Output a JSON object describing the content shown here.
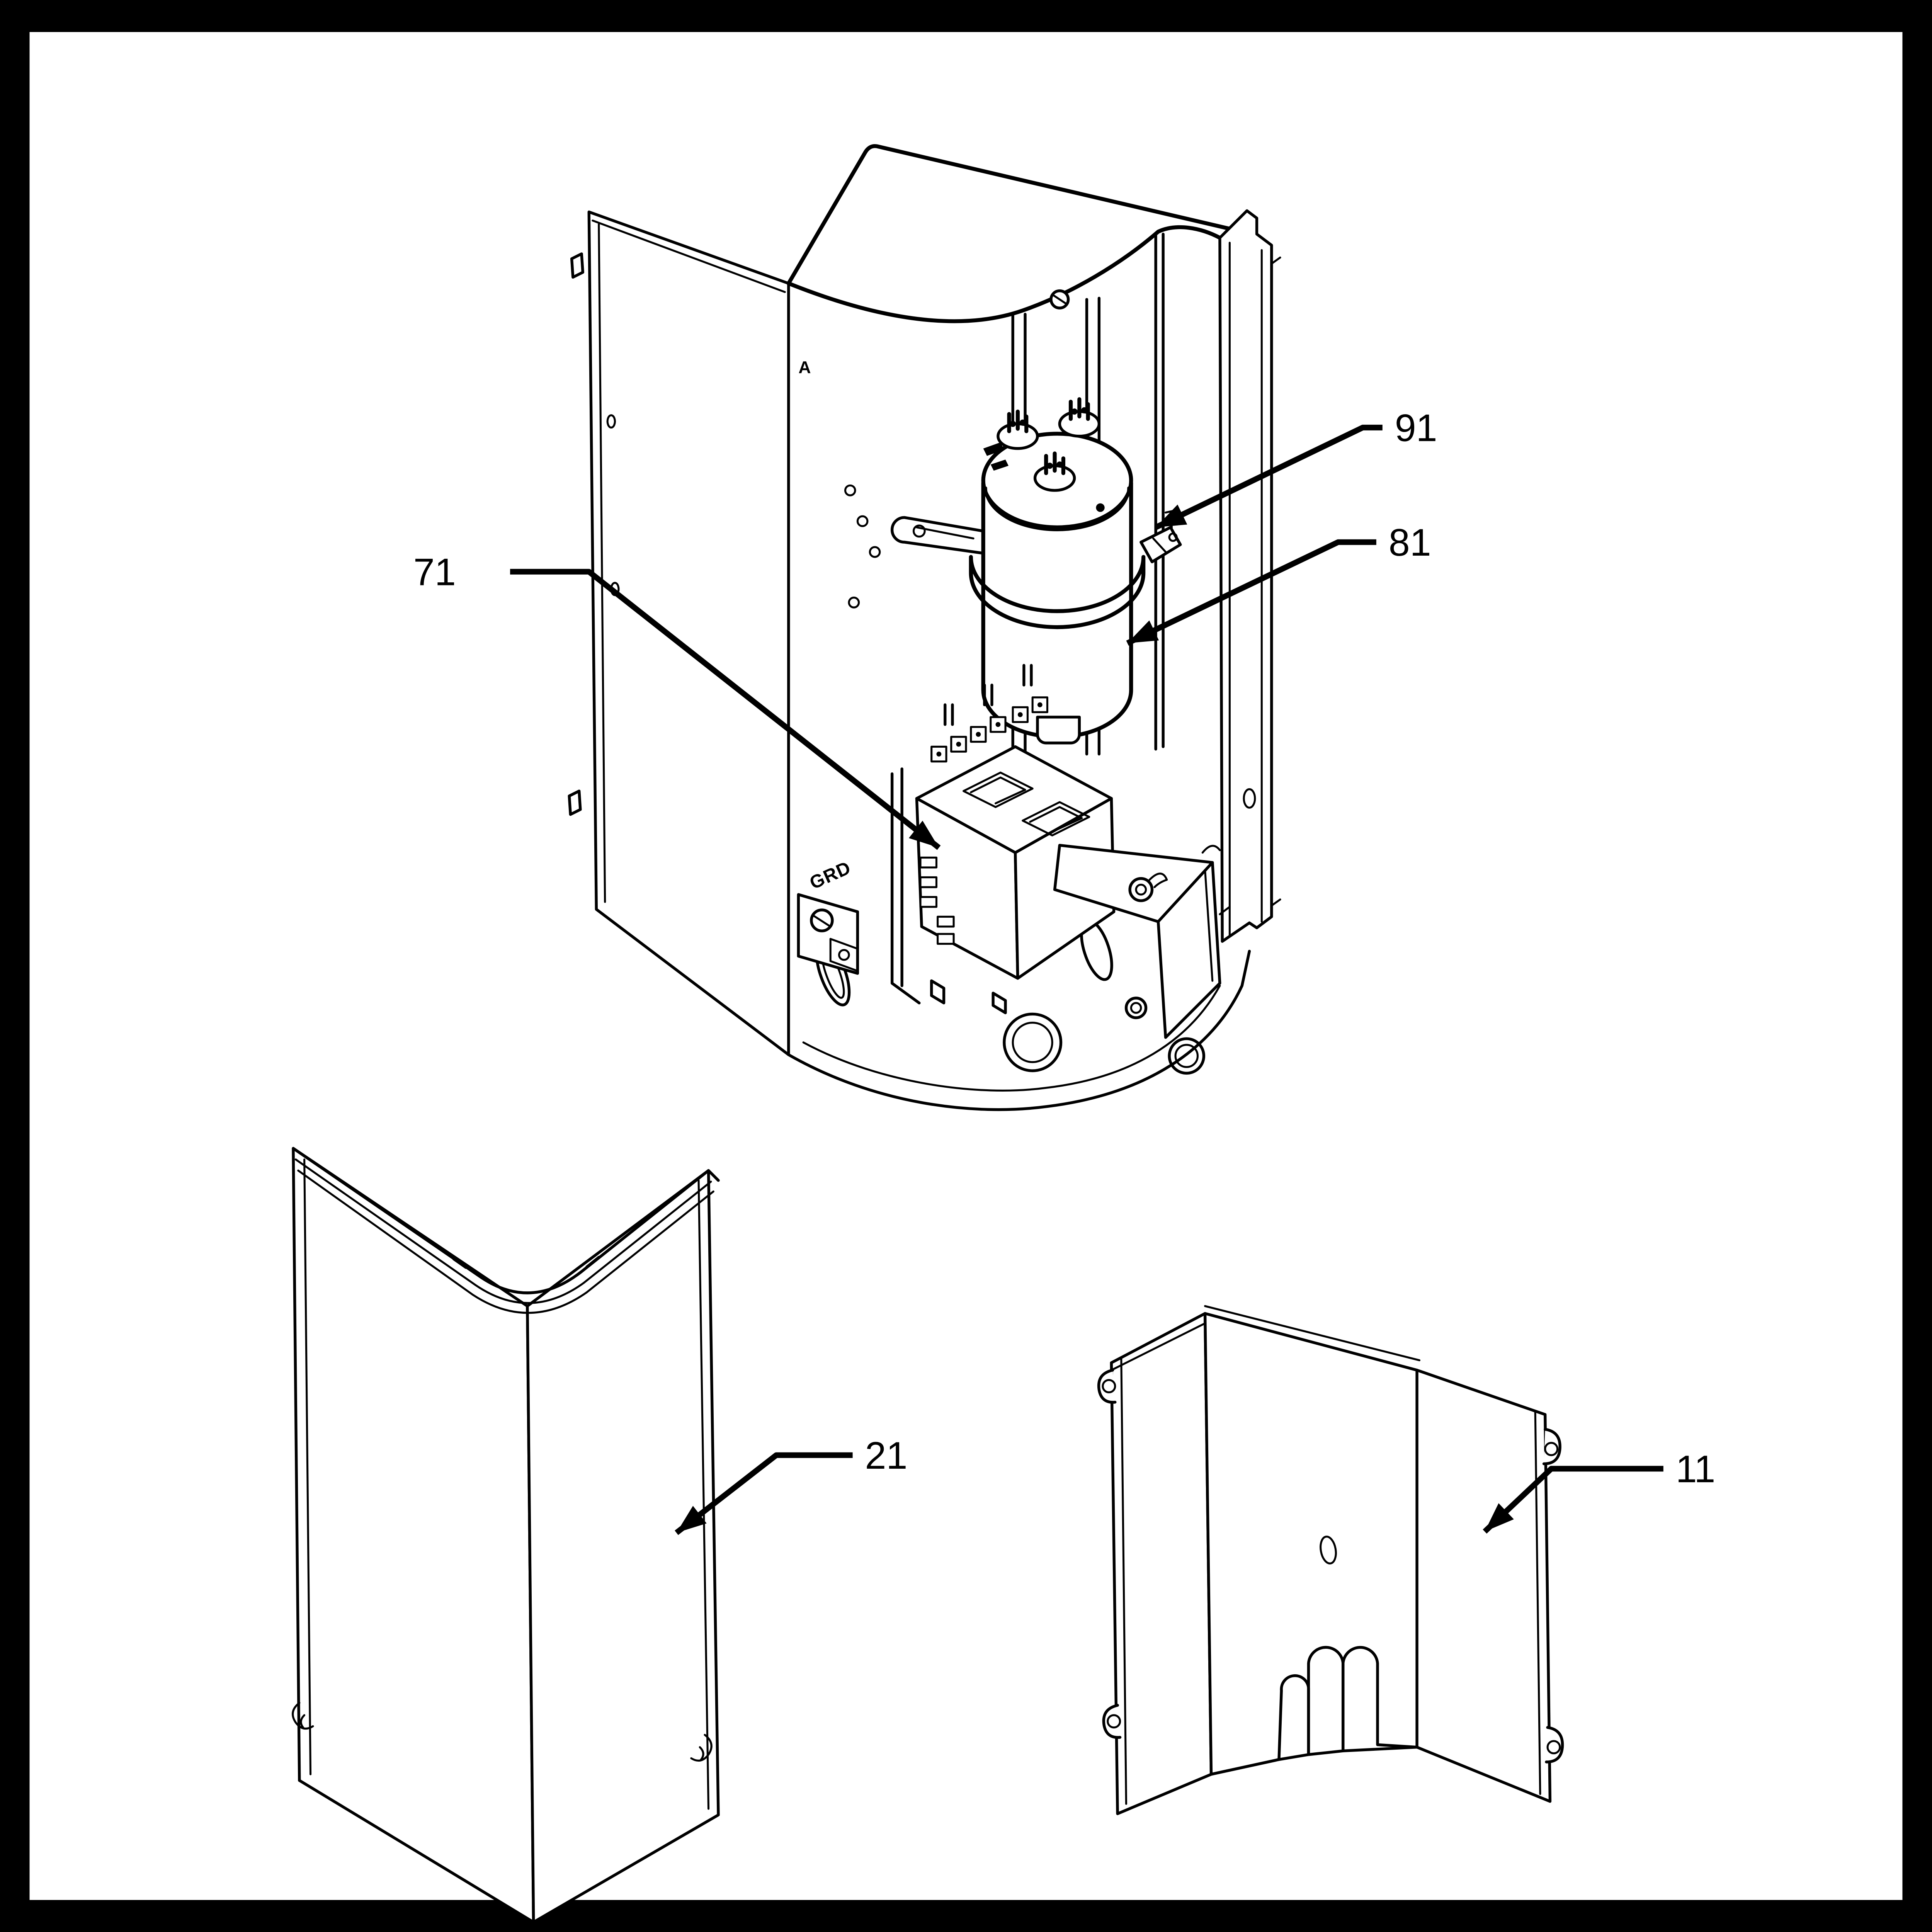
{
  "canvas": {
    "background": "#ffffff",
    "ink": "#000000",
    "border_color": "#000000"
  },
  "diagram": {
    "kind": "exploded-parts-line-drawing",
    "callouts": [
      {
        "label": "91",
        "target": "capacitor-mounting-strap"
      },
      {
        "label": "81",
        "target": "run-capacitor"
      },
      {
        "label": "71",
        "target": "contactor"
      },
      {
        "label": "21",
        "target": "corner-cover-panel"
      },
      {
        "label": "11",
        "target": "control-box-cover-panel"
      }
    ],
    "engraved_text": {
      "ground_label": "GRD",
      "panel_reference": "A"
    }
  }
}
